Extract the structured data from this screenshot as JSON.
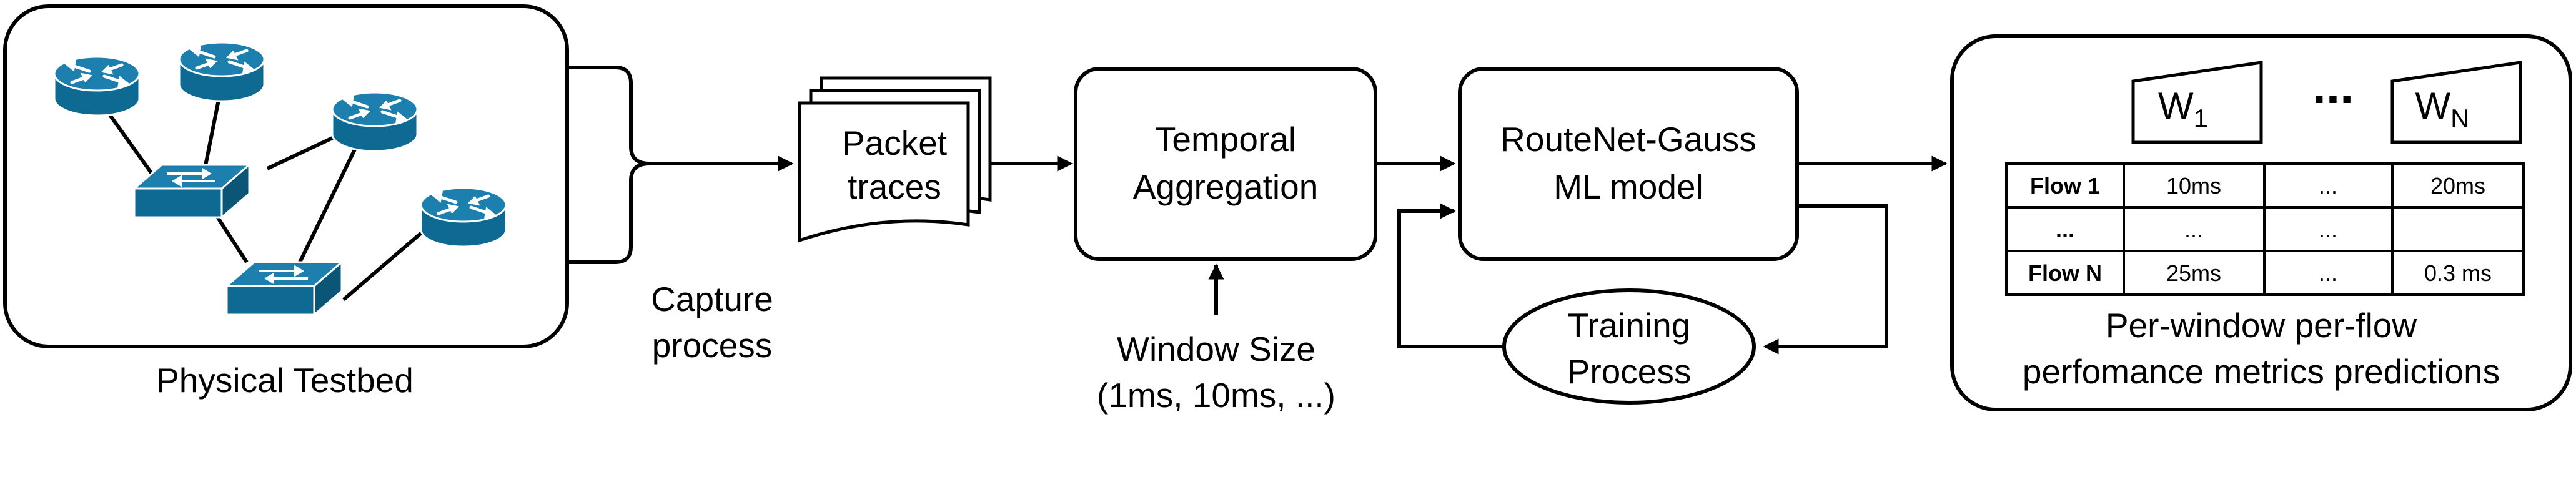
{
  "testbed": {
    "label": "Physical Testbed"
  },
  "capture": {
    "line1": "Capture",
    "line2": "process"
  },
  "packets": {
    "line1": "Packet",
    "line2": "traces"
  },
  "temporal": {
    "line1": "Temporal",
    "line2": "Aggregation"
  },
  "window_size": {
    "line1": "Window Size",
    "line2": "(1ms, 10ms, ...)"
  },
  "model": {
    "line1": "RouteNet-Gauss",
    "line2": "ML model"
  },
  "training": {
    "line1": "Training",
    "line2": "Process"
  },
  "output": {
    "window_first": {
      "base": "W",
      "sub": "1"
    },
    "ellipsis": "...",
    "window_last": {
      "base": "W",
      "sub": "N"
    },
    "rows": [
      {
        "flow": "Flow 1",
        "c1": "10ms",
        "c2": "...",
        "c3": "20ms"
      },
      {
        "flow": "...",
        "c1": "...",
        "c2": "...",
        "c3": ""
      },
      {
        "flow": "Flow N",
        "c1": "25ms",
        "c2": "...",
        "c3": "0.3 ms"
      }
    ],
    "caption_line1": "Per-window per-flow",
    "caption_line2": "perfomance metrics predictions"
  },
  "colors": {
    "device_blue": "#0e6a93",
    "device_top": "#1d7fae",
    "stroke": "#000000"
  },
  "icons": {
    "router": "router-icon",
    "switch": "switch-icon"
  }
}
